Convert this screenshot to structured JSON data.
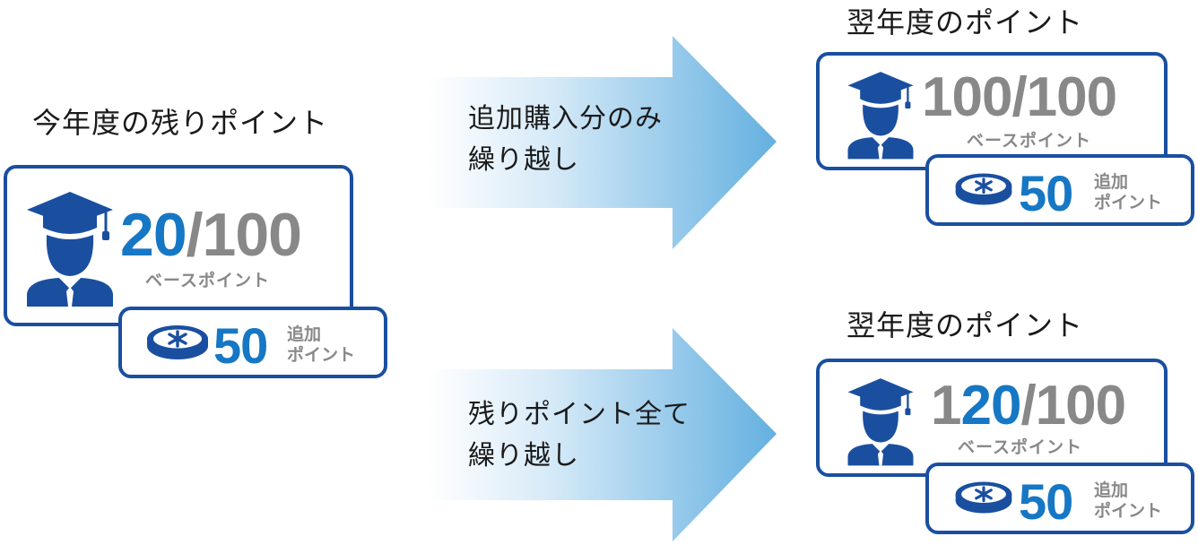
{
  "left": {
    "heading": "今年度の残りポイント",
    "base_used": "20",
    "base_total": "/100",
    "base_label": "ベースポイント",
    "add_value": "50",
    "add_label_1": "追加",
    "add_label_2": "ポイント"
  },
  "arrow_top": {
    "line1": "追加購入分のみ",
    "line2": "繰り越し"
  },
  "arrow_bottom": {
    "line1": "残りポイント全て",
    "line2": "繰り越し"
  },
  "right_top": {
    "heading": "翌年度のポイント",
    "base_value": "100/100",
    "base_label": "ベースポイント",
    "add_value": "50",
    "add_label_1": "追加",
    "add_label_2": "ポイント"
  },
  "right_bottom": {
    "heading": "翌年度のポイント",
    "base_prefix": "1",
    "base_hi": "20",
    "base_suffix": "/100",
    "base_label": "ベースポイント",
    "add_value": "50",
    "add_label_1": "追加",
    "add_label_2": "ポイント"
  },
  "colors": {
    "border": "#1a4fa0",
    "accent_blue": "#1677c4",
    "gray": "#888888",
    "avatar": "#1a4fa0",
    "arrow_light": "#ffffff",
    "arrow_dark": "#64b0e0"
  },
  "icons": {
    "avatar": "graduate-avatar-icon",
    "coin": "coin-icon"
  }
}
